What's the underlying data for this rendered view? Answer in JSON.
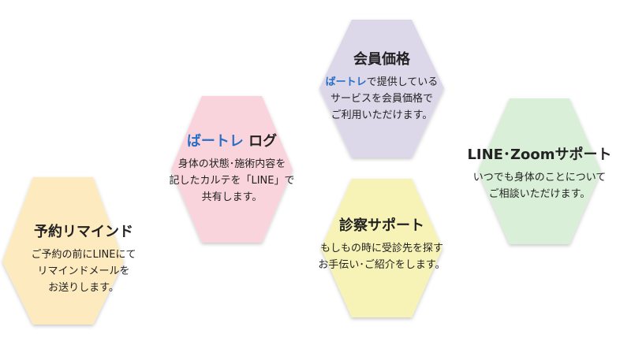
{
  "colors": {
    "reminder": "#fdebbf",
    "log": "#f9d4dd",
    "price": "#dcd8ea",
    "diagnosis": "#f7f2b6",
    "line_zoom": "#d9efd7",
    "brand": "#2a6fc4",
    "text": "#222222"
  },
  "cards": {
    "reminder": {
      "title": "予約リマインド",
      "lines": [
        "ご予約の前にLINEにて",
        "リマインドメールを",
        "お送りします。"
      ]
    },
    "log": {
      "title_brand": "ばートレ",
      "title_rest": " ログ",
      "lines": [
        "身体の状態･施術内容を",
        "記したカルテを「LINE」で",
        "共有します。"
      ]
    },
    "price": {
      "title": "会員価格",
      "line1_brand": "ばートレ",
      "line1_rest": "で提供している",
      "lines": [
        "サービスを会員価格で",
        "ご利用いただけます。"
      ]
    },
    "diagnosis": {
      "title": "診察サポート",
      "lines": [
        "もしもの時に受診先を探す",
        "お手伝い･ご紹介をします。"
      ]
    },
    "line_zoom": {
      "title": "LINE･Zoomサポート",
      "lines": [
        "いつでも身体のことについて",
        "ご相談いただけます。"
      ]
    }
  }
}
